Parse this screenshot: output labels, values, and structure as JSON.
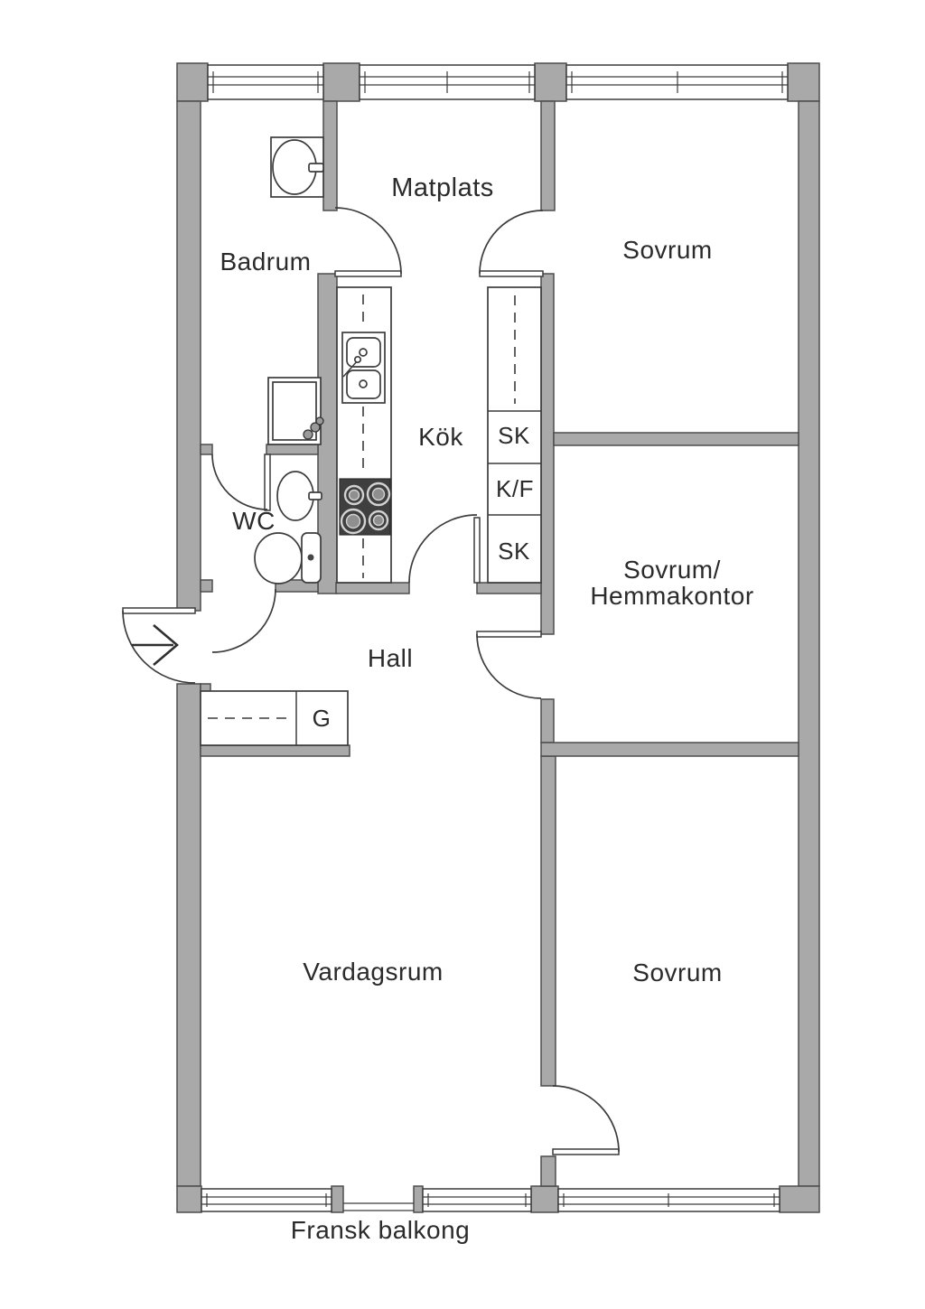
{
  "colors": {
    "wall_fill": "#a9a9a9",
    "wall_line": "#4d4d4d",
    "ink": "#3c3c3c",
    "text": "#2b2b2b",
    "stove_fill": "#3f3f3f"
  },
  "rooms": {
    "badrum": {
      "label": "Badrum"
    },
    "matplats": {
      "label": "Matplats"
    },
    "sovrum_top": {
      "label": "Sovrum"
    },
    "kok": {
      "label": "Kök"
    },
    "wc": {
      "label": "WC"
    },
    "sovrum_hemmakontor": {
      "label_line1": "Sovrum/",
      "label_line2": "Hemmakontor"
    },
    "hall": {
      "label": "Hall"
    },
    "vardagsrum": {
      "label": "Vardagsrum"
    },
    "sovrum_bottom": {
      "label": "Sovrum"
    }
  },
  "cabinets": {
    "sk_top": "SK",
    "kf": "K/F",
    "sk_bottom": "SK",
    "garderob": "G"
  },
  "annotations": {
    "fransk_balkong": "Fransk balkong"
  }
}
